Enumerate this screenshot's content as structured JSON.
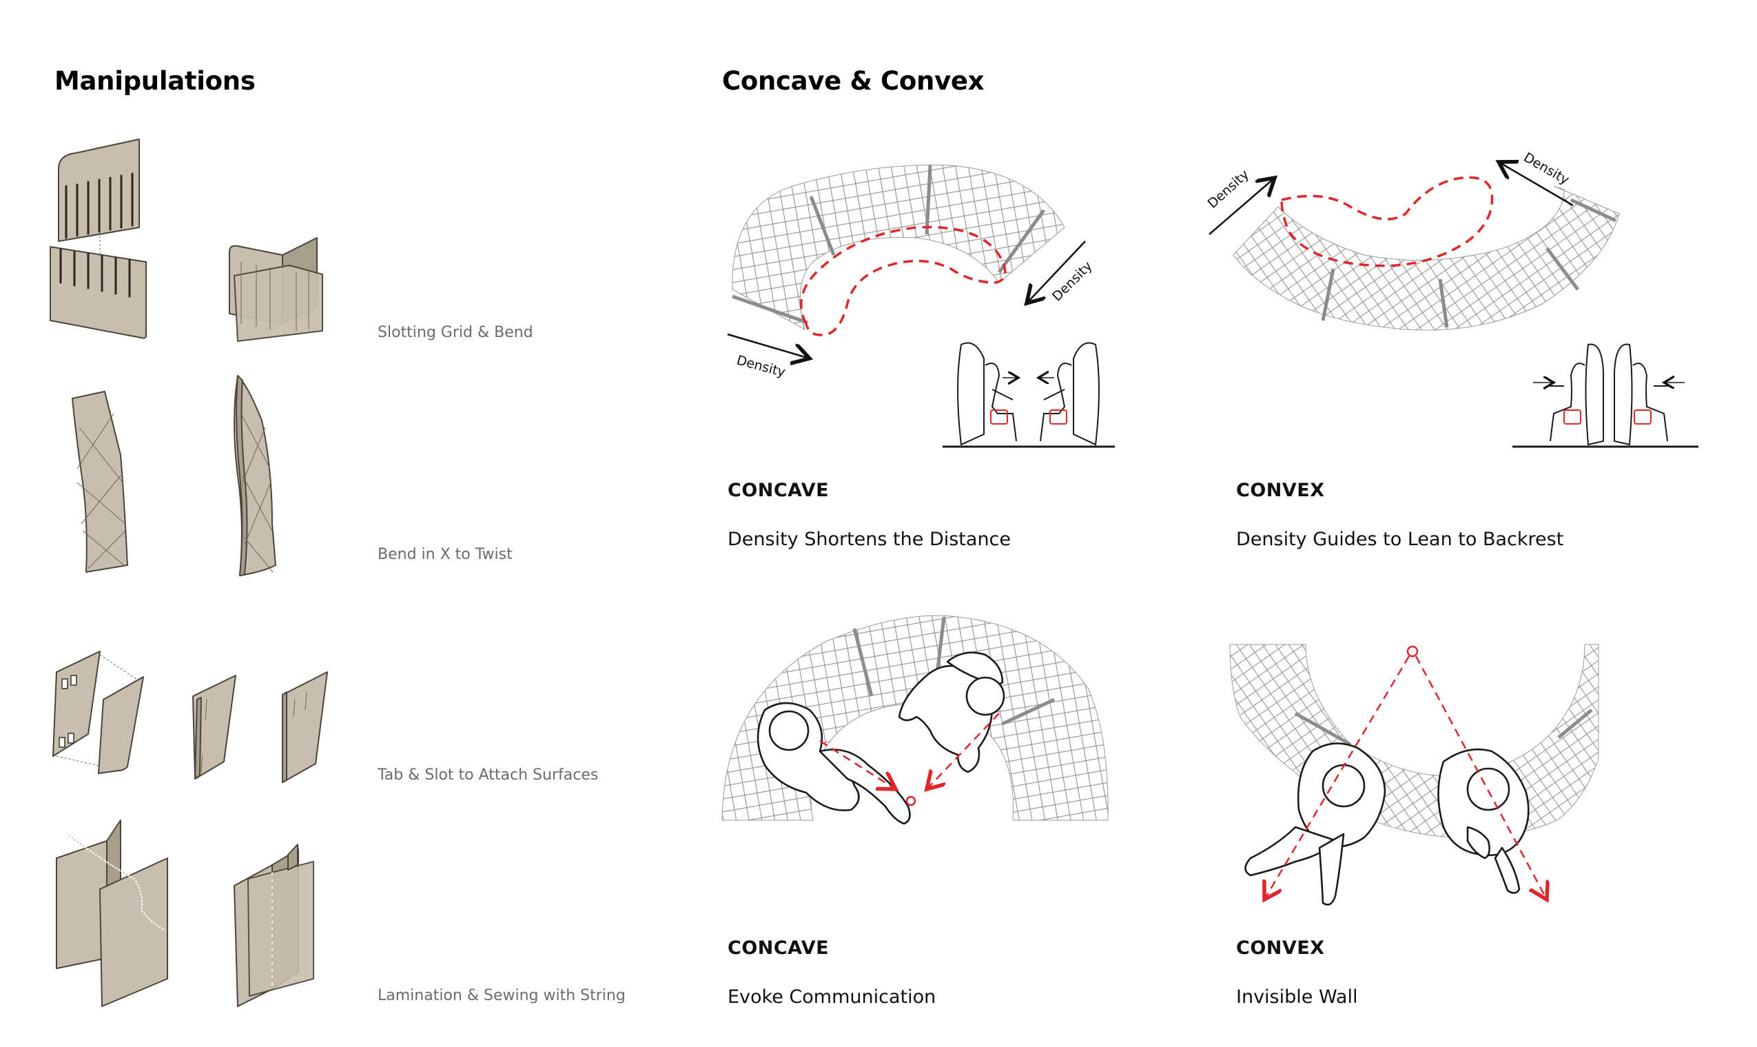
{
  "headings": {
    "manipulations": "Manipulations",
    "concave_convex": "Concave & Convex"
  },
  "manipulations": [
    {
      "caption": "Slotting Grid & Bend"
    },
    {
      "caption": "Bend in X to Twist"
    },
    {
      "caption": "Tab & Slot to Attach Surfaces"
    },
    {
      "caption": "Lamination & Sewing with String"
    }
  ],
  "density_labels": {
    "concave_left": "Density",
    "concave_right": "Density",
    "convex_left": "Density",
    "convex_right": "Density"
  },
  "cards": {
    "concave_top": {
      "mode": "CONCAVE",
      "description": "Density Shortens the Distance"
    },
    "convex_top": {
      "mode": "CONVEX",
      "description": "Density Guides to Lean to Backrest"
    },
    "concave_bottom": {
      "mode": "CONCAVE",
      "description": "Evoke Communication"
    },
    "convex_bottom": {
      "mode": "CONVEX",
      "description": "Invisible Wall"
    }
  },
  "colors": {
    "panel": "#c7bead",
    "accent_red": "#e0252b",
    "caption_gray": "#6b6b6b"
  }
}
